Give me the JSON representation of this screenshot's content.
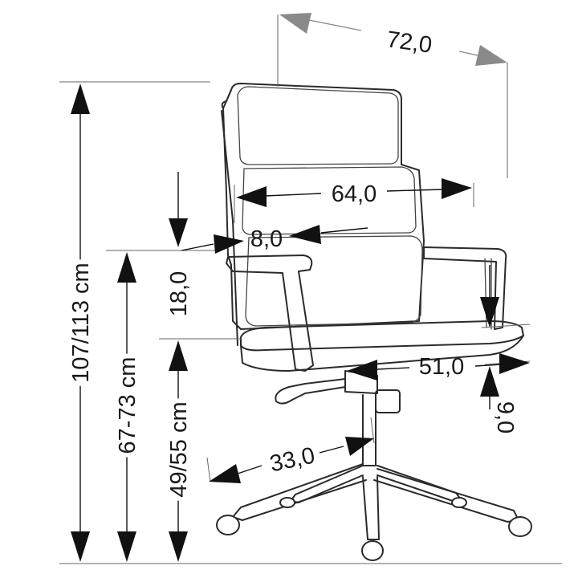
{
  "dimensions": {
    "overall_depth": "72,0",
    "backrest_width": "64,0",
    "lumbar_offset": "8,0",
    "armrest_to_seat": "18,0",
    "seat_depth": "51,0",
    "seat_thickness": "9,0",
    "base_radius": "33,0",
    "total_height": "107/113 cm",
    "armrest_height": "67-73 cm",
    "seat_height": "49/55 cm"
  },
  "colors": {
    "line": "#2b2b2b",
    "arrow_dark": "#111111",
    "arrow_grey": "#8a8a8a"
  }
}
